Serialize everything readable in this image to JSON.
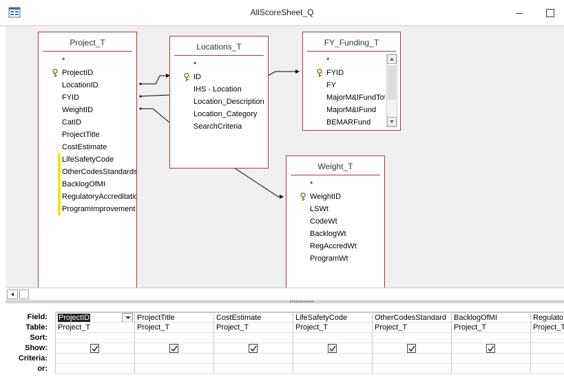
{
  "window": {
    "title": "AllScoreSheet_Q"
  },
  "tables": {
    "project": {
      "name": "Project_T",
      "fields": [
        "*",
        "ProjectID",
        "LocationID",
        "FYID",
        "WeightID",
        "CatID",
        "ProjectTitle",
        "CostEstimate",
        "LifeSafetyCode",
        "OtherCodesStandards",
        "BacklogOfMI",
        "RegulatoryAccreditation",
        "ProgramImprovement"
      ]
    },
    "locations": {
      "name": "Locations_T",
      "fields": [
        "*",
        "ID",
        "IHS - Location",
        "Location_Description",
        "Location_Category",
        "SearchCriteria"
      ]
    },
    "funding": {
      "name": "FY_Funding_T",
      "fields": [
        "*",
        "FYID",
        "FY",
        "MajorM&IFundTotal",
        "MajorM&IFund",
        "BEMARFund"
      ]
    },
    "weight": {
      "name": "Weight_T",
      "fields": [
        "*",
        "WeightID",
        "LSWt",
        "CodeWt",
        "BacklogWt",
        "RegAccredWt",
        "ProgramWt"
      ]
    }
  },
  "grid": {
    "row_labels": [
      "Field:",
      "Table:",
      "Sort:",
      "Show:",
      "Criteria:",
      "or:"
    ],
    "columns": [
      {
        "field": "ProjectID",
        "table": "Project_T",
        "show": true
      },
      {
        "field": "ProjectTitle",
        "table": "Project_T",
        "show": true
      },
      {
        "field": "CostEstimate",
        "table": "Project_T",
        "show": true
      },
      {
        "field": "LifeSafetyCode",
        "table": "Project_T",
        "show": true
      },
      {
        "field": "OtherCodesStandard",
        "table": "Project_T",
        "show": true
      },
      {
        "field": "BacklogOfMI",
        "table": "Project_T",
        "show": true
      },
      {
        "field": "Regulato",
        "table": "Project_T",
        "show": false
      }
    ]
  },
  "colors": {
    "table_border": "#a4373a",
    "pane_background": "#f0f0f0",
    "selection_marker": "#f5e21a"
  }
}
